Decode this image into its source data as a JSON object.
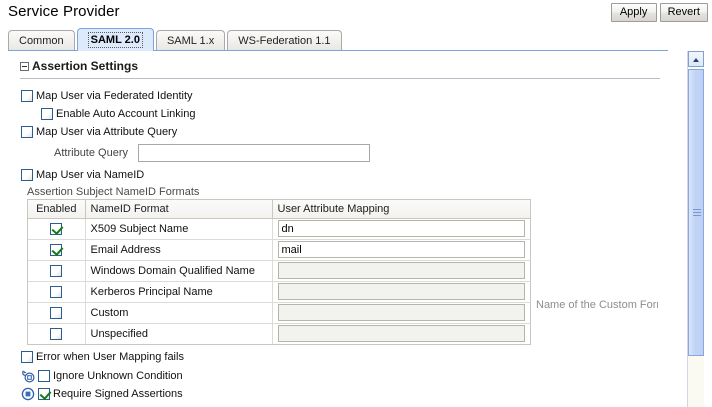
{
  "header": {
    "title": "Service Provider",
    "apply_label": "Apply",
    "revert_label": "Revert"
  },
  "tabs": [
    {
      "label": "Common",
      "active": false
    },
    {
      "label": "SAML 2.0",
      "active": true
    },
    {
      "label": "SAML 1.x",
      "active": false
    },
    {
      "label": "WS-Federation 1.1",
      "active": false
    }
  ],
  "section": {
    "title": "Assertion Settings",
    "expanded": true,
    "toggle_icon": "minus-box-icon"
  },
  "options": {
    "map_federated_identity": {
      "label": "Map User via Federated Identity",
      "checked": false
    },
    "enable_auto_account_linking": {
      "label": "Enable Auto Account Linking",
      "checked": false
    },
    "map_attribute_query": {
      "label": "Map User via Attribute Query",
      "checked": false
    },
    "map_nameid": {
      "label": "Map User via NameID",
      "checked": false
    }
  },
  "attribute_query": {
    "label": "Attribute Query",
    "value": "",
    "placeholder": ""
  },
  "table": {
    "caption": "Assertion Subject NameID Formats",
    "columns": [
      "Enabled",
      "NameID Format",
      "User Attribute Mapping"
    ],
    "rows": [
      {
        "enabled": true,
        "format": "X509 Subject Name",
        "mapping": "dn",
        "mapping_disabled": false
      },
      {
        "enabled": true,
        "format": "Email Address",
        "mapping": "mail",
        "mapping_disabled": false
      },
      {
        "enabled": false,
        "format": "Windows Domain Qualified Name",
        "mapping": "",
        "mapping_disabled": true
      },
      {
        "enabled": false,
        "format": "Kerberos Principal Name",
        "mapping": "",
        "mapping_disabled": true
      },
      {
        "enabled": false,
        "format": "Custom",
        "mapping": "",
        "mapping_disabled": true
      },
      {
        "enabled": false,
        "format": "Unspecified",
        "mapping": "",
        "mapping_disabled": true
      }
    ]
  },
  "hint": {
    "text": "Name of the Custom Form•"
  },
  "bottom_options": {
    "error_user_mapping": {
      "label": "Error when User Mapping fails",
      "checked": false
    },
    "ignore_unknown_condition": {
      "label": "Ignore Unknown Condition",
      "checked": false,
      "status_icon": "revert-arrow-icon"
    },
    "require_signed_assertions": {
      "label": "Require Signed Assertions",
      "checked": true,
      "status_icon": "modified-dot-icon"
    }
  },
  "scrollbar": {
    "orientation": "vertical",
    "up_arrow_icon": "chevron-up-icon",
    "grip_icon": "grip-lines-icon"
  },
  "colors": {
    "active_tab_bg": "#ddeafb",
    "active_tab_border": "#7ba7d7",
    "checkbox_border": "#2c5d91",
    "check_green": "#117d11",
    "scrollbar_thumb": "#c3d5f6",
    "hint_text": "#8d8d8d"
  }
}
